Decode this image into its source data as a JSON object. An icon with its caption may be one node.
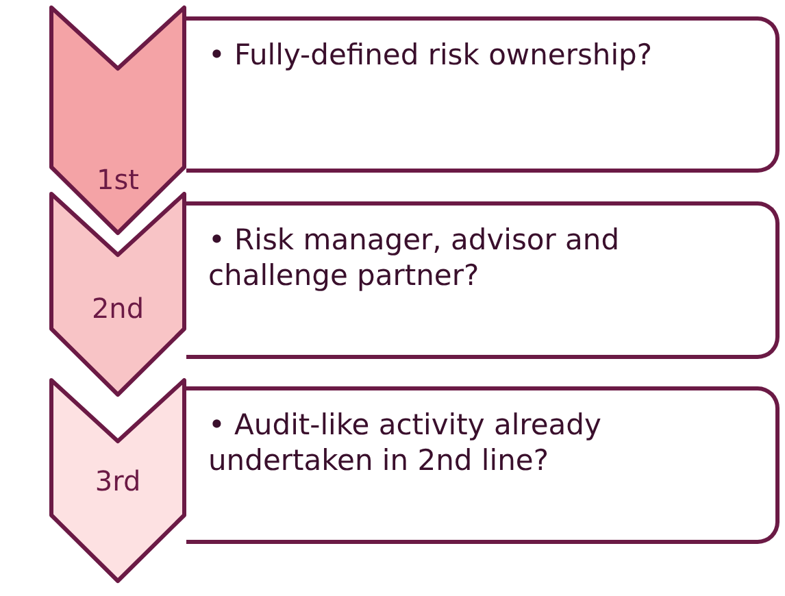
{
  "diagram": {
    "nodes": [
      {
        "text": [
          "1st"
        ]
      },
      {
        "text": [
          "• Fully-defined risk ownership?"
        ]
      },
      {
        "text": [
          "2nd"
        ]
      },
      {
        "text": [
          "• Risk manager, advisor and challenge partner?"
        ]
      },
      {
        "text": [
          "3rd"
        ]
      },
      {
        "text": [
          "• Audit-like activity already undertaken in 2nd line?"
        ]
      }
    ]
  }
}
